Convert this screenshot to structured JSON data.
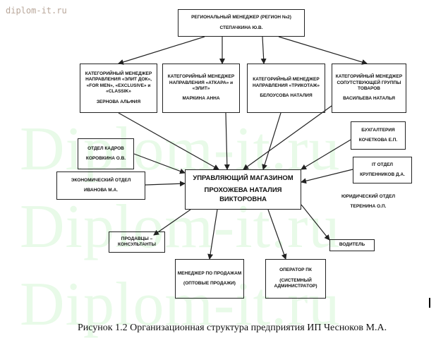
{
  "watermark": {
    "top": "diplom-it.ru",
    "big": "Diplom-it.ru"
  },
  "regional": {
    "title": "РЕГИОНАЛЬНЫЙ МЕНЕДЖЕР (РЕГИОН №2)",
    "name": "СТЕПАЧКИНА Ю.В."
  },
  "categories": [
    {
      "title": "КАТЕГОРИЙНЫЙ МЕНЕДЖЕР НАПРАВЛЕНИЯ «ЭЛИТ ДОК», «FOR MEN», «EXCLUSIVE» и «CLASSIK»",
      "name": "ЗЕРНОВА АЛЬФИЯ"
    },
    {
      "title": "КАТЕГОРИЙНЫЙ МЕНЕДЖЕР НАПРАВЛЕНИЯ «АТКАРА» и «ЭЛИТ»",
      "name": "МАРКИНА АННА"
    },
    {
      "title": "КАТЕГОРИЙНЫЙ МЕНЕДЖЕР НАПРАВЛЕНИЯ «ТРИКОТАЖ»",
      "name": "БЕЛОУСОВА НАТАЛИЯ"
    },
    {
      "title": "КАТЕГОРИЙНЫЙ МЕНЕДЖЕР СОПУТСТВУЮЩЕЙ ГРУППЫ ТОВАРОВ",
      "name": "ВАСИЛЬЕВА НАТАЛЬЯ"
    }
  ],
  "hr": {
    "title": "ОТДЕЛ КАДРОВ",
    "name": "КОРОВКИНА О.В."
  },
  "econ": {
    "title": "ЭКОНОМИЧЕСКИЙ ОТДЕЛ",
    "name": "ИВАНОВА М.А."
  },
  "accounting": {
    "title": "БУХГАЛТЕРИЯ",
    "name": "КОЧЕТКОВА Е.П."
  },
  "it": {
    "title": "IT ОТДЕЛ",
    "name": "КРУПЕННИКОВ Д.А."
  },
  "legal": {
    "title": "ЮРИДИЧЕСКИЙ ОТДЕЛ",
    "name": "ТЕРЕНИНА О.П."
  },
  "manager": {
    "title": "УПРАВЛЯЮЩИЙ МАГАЗИНОМ",
    "name": "ПРОХОЖЕВА НАТАЛИЯ ВИКТОРОВНА"
  },
  "sales": {
    "title": "ПРОДАВЦЫ – КОНСУЛЬТАНТЫ"
  },
  "wholesale": {
    "title": "МЕНЕДЖЕР ПО ПРОДАЖАМ",
    "note": "(ОПТОВЫЕ ПРОДАЖИ)"
  },
  "operator": {
    "title": "ОПЕРАТОР ПК",
    "note": "(СИСТЕМНЫЙ АДМИНИСТРАТОР)"
  },
  "driver": {
    "title": "ВОДИТЕЛЬ"
  },
  "caption": "Рисунок 1.2  Организационная структура предприятия ИП Чесноков М.А."
}
